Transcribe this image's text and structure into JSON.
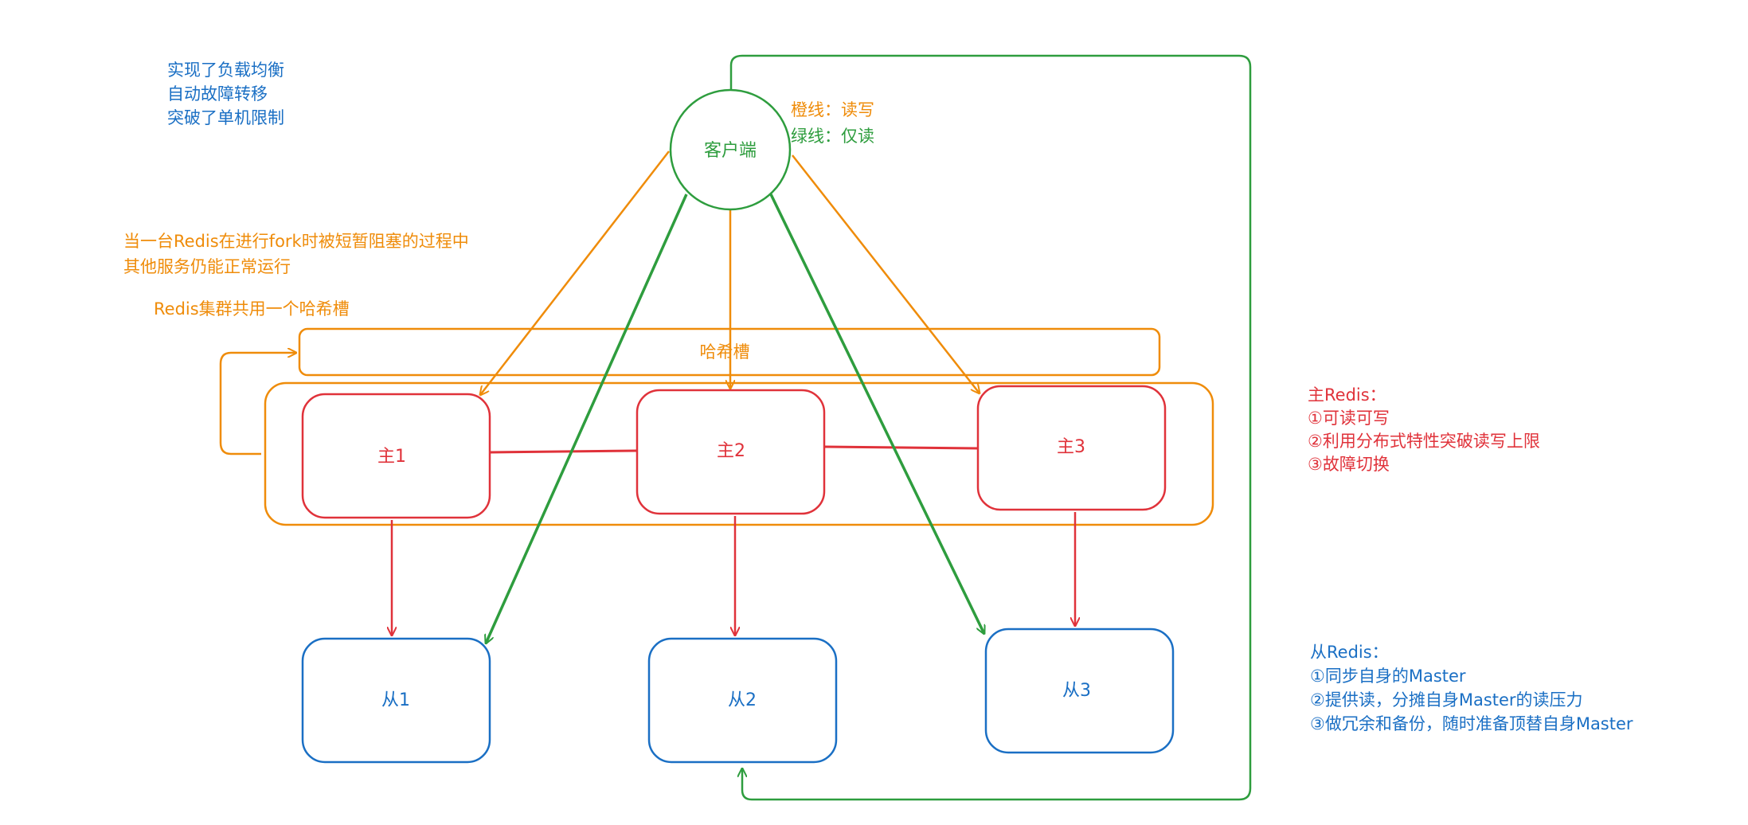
{
  "colors": {
    "blue": "#1a6fc4",
    "orange": "#ef8c0a",
    "red": "#e0323a",
    "green": "#2e9d3e"
  },
  "notes": {
    "features": [
      "实现了负载均衡",
      "自动故障转移",
      "突破了单机限制"
    ],
    "fork": [
      "当一台Redis在进行fork时被短暂阻塞的过程中",
      "其他服务仍能正常运行"
    ],
    "shared_slot": "Redis集群共用一个哈希槽"
  },
  "legend": {
    "orange_line": "橙线：读写",
    "green_line": "绿线：仅读"
  },
  "client_label": "客户端",
  "hash_slot_label": "哈希槽",
  "masters": [
    "主1",
    "主2",
    "主3"
  ],
  "slaves": [
    "从1",
    "从2",
    "从3"
  ],
  "master_desc": {
    "title": "主Redis：",
    "items": [
      "①可读可写",
      "②利用分布式特性突破读写上限",
      "③故障切换"
    ]
  },
  "slave_desc": {
    "title": "从Redis：",
    "items": [
      "①同步自身的Master",
      "②提供读，分摊自身Master的读压力",
      "③做冗余和备份，随时准备顶替自身Master"
    ]
  }
}
